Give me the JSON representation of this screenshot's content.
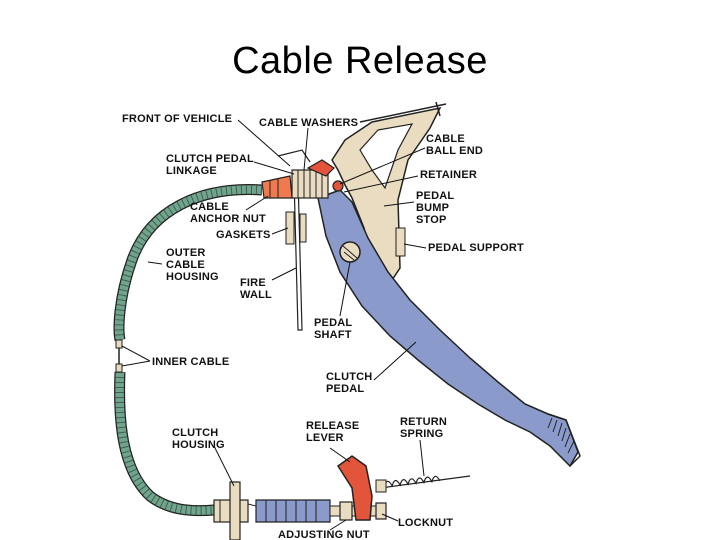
{
  "slide": {
    "title": "Cable Release"
  },
  "diagram": {
    "labels": {
      "front_of_vehicle": "FRONT OF VEHICLE",
      "cable_washers": "CABLE WASHERS",
      "cable_ball_end": [
        "CABLE",
        "BALL END"
      ],
      "clutch_pedal_linkage": [
        "CLUTCH PEDAL",
        "LINKAGE"
      ],
      "retainer": "RETAINER",
      "pedal_bump_stop": [
        "PEDAL",
        "BUMP",
        "STOP"
      ],
      "cable_anchor_nut": [
        "CABLE",
        "ANCHOR NUT"
      ],
      "gaskets": "GASKETS",
      "pedal_support": "PEDAL SUPPORT",
      "outer_cable_housing": [
        "OUTER",
        "CABLE",
        "HOUSING"
      ],
      "fire_wall": [
        "FIRE",
        "WALL"
      ],
      "pedal_shaft": [
        "PEDAL",
        "SHAFT"
      ],
      "inner_cable": "INNER CABLE",
      "clutch_pedal": [
        "CLUTCH",
        "PEDAL"
      ],
      "clutch_housing": [
        "CLUTCH",
        "HOUSING"
      ],
      "release_lever": [
        "RELEASE",
        "LEVER"
      ],
      "return_spring": [
        "RETURN",
        "SPRING"
      ],
      "locknut": "LOCKNUT",
      "adjusting_nut": "ADJUSTING NUT"
    },
    "colors": {
      "pedal": "#8a9bcb",
      "pedal_support": "#e9dcc0",
      "cable_housing": "#6fa58c",
      "anchor_nut": "#f07a4f",
      "release_lever": "#e2553a",
      "boot": "#8a9bcb",
      "fittings": "#e9dcc0"
    }
  }
}
